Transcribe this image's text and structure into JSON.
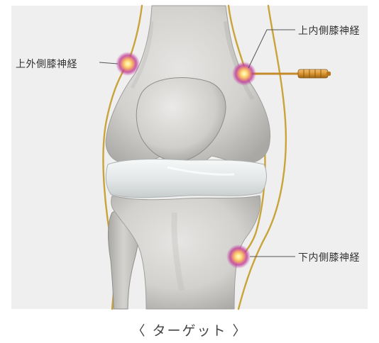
{
  "labels": {
    "superior_lateral": "上外側膝神経",
    "superior_medial": "上内側膝神経",
    "inferior_medial": "下内側膝神経"
  },
  "caption": "〈 ターゲット 〉",
  "colors": {
    "background": "#efefef",
    "bone": "#d9d8d6",
    "cartilage": "#eef1f1",
    "nerve": "#c9a43a",
    "target_glow": "#c0399a",
    "target_core": "#ffe98a",
    "needle": "#d9942c",
    "leader_line": "#555555"
  },
  "icons": {
    "target_markers": "radial-glow-target-icon",
    "probe": "rf-needle-icon"
  }
}
